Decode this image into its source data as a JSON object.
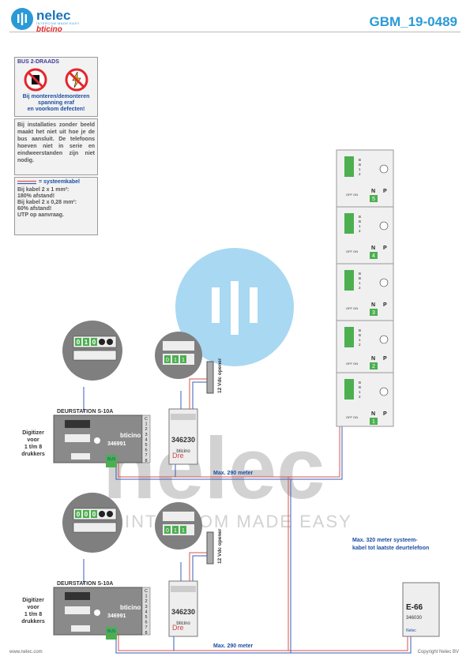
{
  "header": {
    "logo_name": "nelec",
    "logo_tagline": "INTERCOM MADE EASY",
    "logo_brand": "bticino",
    "doc_code": "GBM_19-0489"
  },
  "colors": {
    "accent": "#2a9ad6",
    "warning_red": "#e3262c",
    "wire_red": "#d9534f",
    "wire_blue": "#3b5cb8"
  },
  "info_boxes": {
    "bus_title": "BUS 2-DRAADS",
    "bus_warning": [
      "Bij monteren/demonteren",
      "spanning eraf",
      "en voorkom defecten!"
    ],
    "installation_text": "Bij installaties zonder beeld maakt het niet uit hoe je de bus aansluit. De telefoons hoeven niet in serie en eindweerstanden zijn niet nodig.",
    "cable_title": "= systeemkabel",
    "cable_lines": [
      "Bij kabel 2 x 1 mm²:",
      "180% afstand!",
      "Bij kabel 2 x 0,28 mm²:",
      "60% afstand!",
      "UTP op aanvraag."
    ]
  },
  "door_stations": [
    {
      "title": "DEURSTATION S-10A",
      "model": "346991",
      "brand": "bticino",
      "bus_label": "BUS",
      "digitizer": [
        "Digitizer",
        "voor",
        "1 t/m 8",
        "drukkers"
      ],
      "terminals": [
        "C",
        "1",
        "2",
        "3",
        "4",
        "5",
        "6",
        "7",
        "8"
      ],
      "zoom_digits": [
        "0",
        "1",
        "0"
      ]
    },
    {
      "title": "DEURSTATION S-10A",
      "model": "346991",
      "brand": "bticino",
      "bus_label": "BUS",
      "digitizer": [
        "Digitizer",
        "voor",
        "1 t/m 8",
        "drukkers"
      ],
      "terminals": [
        "C",
        "1",
        "2",
        "3",
        "4",
        "5",
        "6",
        "7",
        "8"
      ],
      "zoom_digits": [
        "0",
        "0",
        "0"
      ]
    }
  ],
  "power_modules": [
    {
      "model": "346230",
      "brand": "bticino",
      "mark": "Dre",
      "zoom_digits": [
        "0",
        "1",
        "1"
      ]
    },
    {
      "model": "346230",
      "brand": "bticino",
      "mark": "Dre",
      "zoom_digits": [
        "0",
        "1",
        "1"
      ]
    }
  ],
  "openers": [
    "12 Vdc opener",
    "12 Vdc opener"
  ],
  "phones": [
    {
      "n_label": "N",
      "p_label": "P",
      "number": "5",
      "switch": "OFF ON",
      "terms": [
        "B",
        "B",
        "1",
        "2"
      ]
    },
    {
      "n_label": "N",
      "p_label": "P",
      "number": "4",
      "switch": "OFF ON",
      "terms": [
        "B",
        "B",
        "1",
        "2"
      ]
    },
    {
      "n_label": "N",
      "p_label": "P",
      "number": "3",
      "switch": "OFF ON",
      "terms": [
        "B",
        "B",
        "1",
        "2"
      ]
    },
    {
      "n_label": "N",
      "p_label": "P",
      "number": "2",
      "switch": "OFF ON",
      "terms": [
        "B",
        "B",
        "1",
        "2"
      ]
    },
    {
      "n_label": "N",
      "p_label": "P",
      "number": "1",
      "switch": "OFF ON",
      "terms": [
        "B",
        "B",
        "1",
        "2"
      ]
    }
  ],
  "psu": {
    "name": "E-66",
    "model": "346030",
    "label": "Nelec"
  },
  "annotations": {
    "max_top": "Max. 290 meter",
    "max_bottom": "Max. 290 meter",
    "max_phone": [
      "Max. 320 meter systeem-",
      "kabel tot laatste deurtelefoon"
    ]
  },
  "watermark": {
    "text": "nelec",
    "tagline": "INTERCOM MADE EASY"
  },
  "footer": {
    "left": "www.nelec.com",
    "right": "Copyright Nelec BV"
  }
}
